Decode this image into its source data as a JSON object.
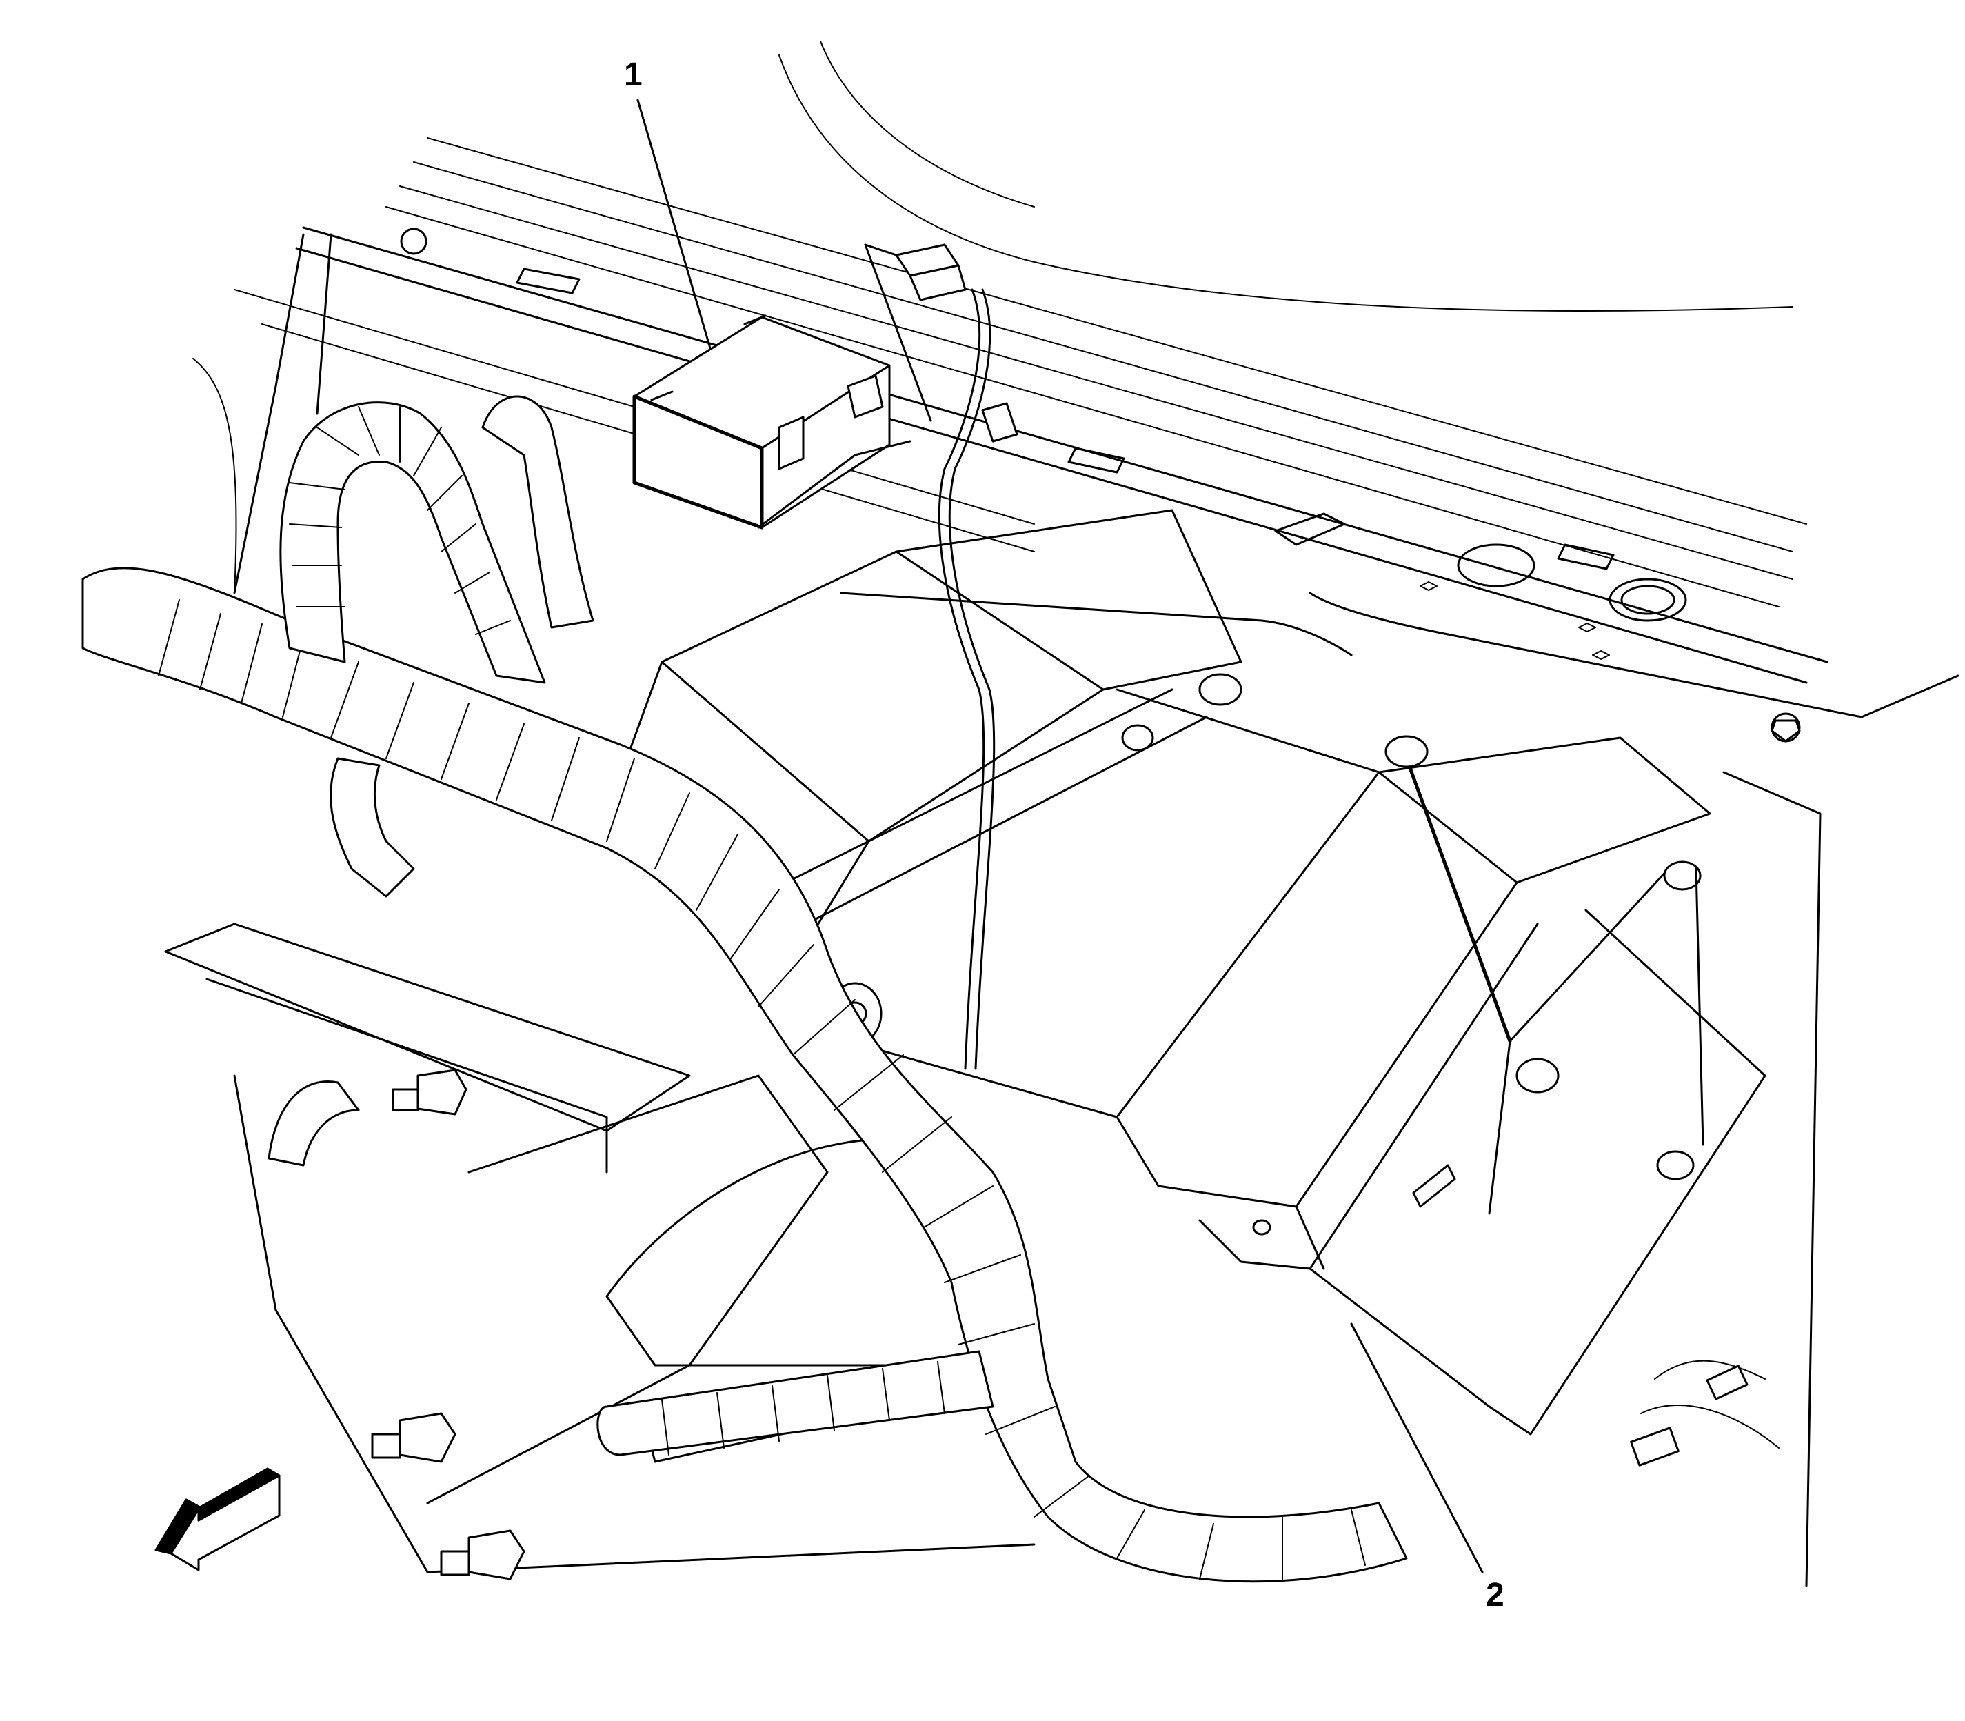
{
  "diagram": {
    "type": "automotive service illustration (isometric line drawing)",
    "background_color": "#ffffff",
    "line_color": "#000000",
    "callouts": [
      {
        "id": "1",
        "label": "1",
        "target": "module mounted on cross-car beam (upper center)"
      },
      {
        "id": "2",
        "label": "2",
        "target": "large duct / housing under instrument panel (lower right)"
      }
    ],
    "direction_indicator": {
      "icon": "forward-arrow-icon",
      "orientation": "pointing down-left"
    }
  }
}
